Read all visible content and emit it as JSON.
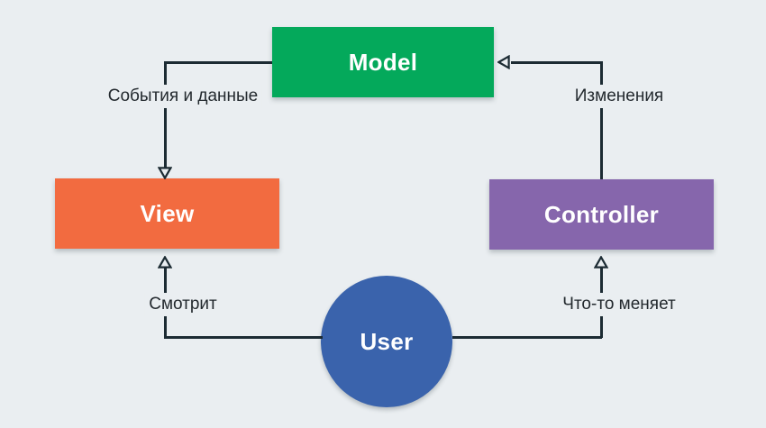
{
  "diagram": {
    "type": "flowchart",
    "nodes": [
      {
        "id": "model",
        "label": "Model",
        "shape": "rect",
        "color": "#04a95b"
      },
      {
        "id": "view",
        "label": "View",
        "shape": "rect",
        "color": "#f26b40"
      },
      {
        "id": "controller",
        "label": "Controller",
        "shape": "rect",
        "color": "#8666ac"
      },
      {
        "id": "user",
        "label": "User",
        "shape": "circle",
        "color": "#3a63ac"
      }
    ],
    "edges": [
      {
        "from": "model",
        "to": "view",
        "label": "События и данные"
      },
      {
        "from": "controller",
        "to": "model",
        "label": "Изменения"
      },
      {
        "from": "user",
        "to": "view",
        "label": "Смотрит"
      },
      {
        "from": "user",
        "to": "controller",
        "label": "Что-то меняет"
      }
    ],
    "colors": {
      "background": "#eaeef1",
      "line": "#1c2b33",
      "label_text": "#23292e",
      "node_text": "#ffffff"
    }
  }
}
